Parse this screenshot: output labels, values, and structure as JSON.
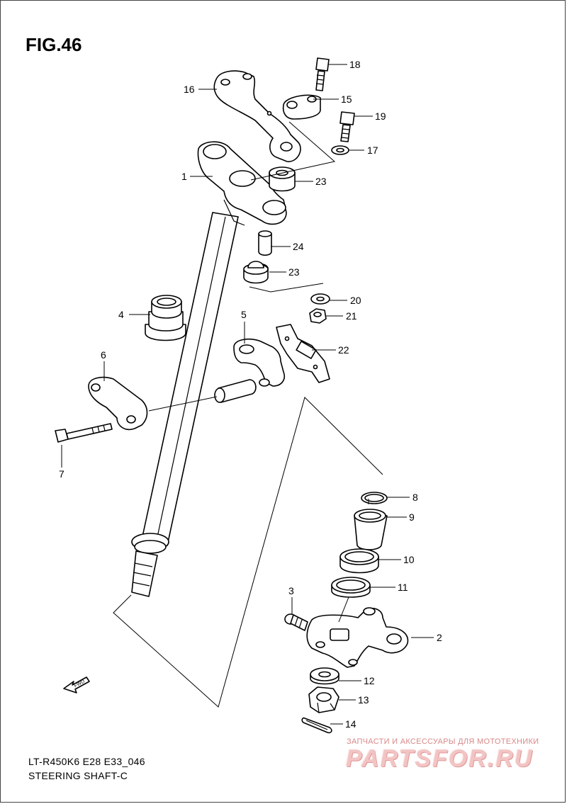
{
  "figure": {
    "title": "FIG.46",
    "model_code": "LT-R450K6 E28 E33_046",
    "subtitle": "STEERING SHAFT-C"
  },
  "callouts": [
    "1",
    "2",
    "3",
    "4",
    "5",
    "6",
    "7",
    "8",
    "9",
    "10",
    "11",
    "12",
    "13",
    "14",
    "15",
    "16",
    "17",
    "18",
    "19",
    "20",
    "21",
    "22",
    "23",
    "23",
    "24"
  ],
  "direction_arrow": {
    "text": "FWD",
    "icon": "fwd-arrow-icon"
  },
  "watermark": {
    "tagline": "ЗАПЧАСТИ И АКСЕССУАРЫ ДЛЯ МОТОТЕХНИКИ",
    "brand": "PARTSFOR.RU"
  },
  "colors": {
    "line": "#000000",
    "watermark": "#e8a0a0",
    "background": "#ffffff"
  }
}
